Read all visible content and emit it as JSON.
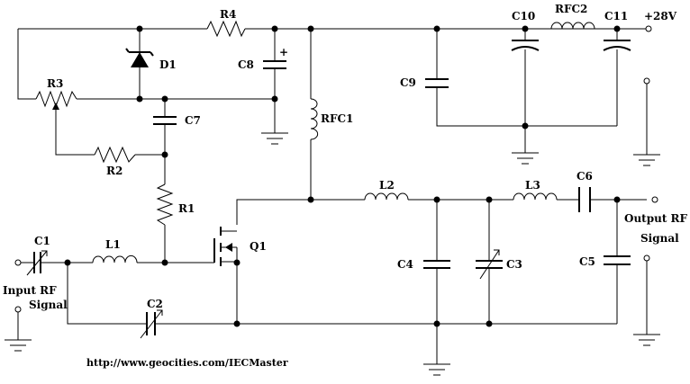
{
  "components": {
    "R4": "R4",
    "D1": "D1",
    "R3": "R3",
    "C8": "C8",
    "C8_polarity": "+",
    "C7": "C7",
    "R2": "R2",
    "R1": "R1",
    "RFC1": "RFC1",
    "Q1": "Q1",
    "C1": "C1",
    "L1": "L1",
    "C2": "C2",
    "L2": "L2",
    "C4": "C4",
    "C3": "C3",
    "L3": "L3",
    "C6": "C6",
    "C5": "C5",
    "C9": "C9",
    "C10": "C10",
    "RFC2": "RFC2",
    "C11": "C11"
  },
  "labels": {
    "supply": "+28V",
    "input_line1": "Input RF",
    "input_line2": "Signal",
    "output_line1": "Output RF",
    "output_line2": "Signal",
    "url": "http://www.geocities.com/IECMaster"
  },
  "colors": {
    "ink": "#000000",
    "background": "#ffffff"
  }
}
